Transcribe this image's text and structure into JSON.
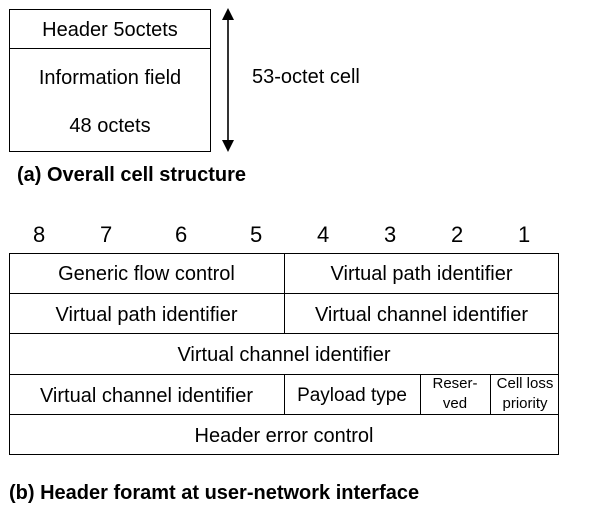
{
  "part_a": {
    "header_label": "Header 5octets",
    "info_label": "Information field",
    "info_size": "48 octets",
    "cell_label": "53-octet cell",
    "caption": "(a) Overall cell structure"
  },
  "part_b": {
    "bit_numbers": [
      "8",
      "7",
      "6",
      "5",
      "4",
      "3",
      "2",
      "1"
    ],
    "row1": {
      "left": "Generic flow control",
      "right": "Virtual path identifier"
    },
    "row2": {
      "left": "Virtual path identifier",
      "right": "Virtual channel identifier"
    },
    "row3": {
      "full": "Virtual channel identifier"
    },
    "row4": {
      "vci": "Virtual channel identifier",
      "payload": "Payload type",
      "reserved_line1": "Reser-",
      "reserved_line2": "ved",
      "clp_line1": "Cell loss",
      "clp_line2": "priority"
    },
    "row5": {
      "full": "Header error control"
    },
    "caption": "(b) Header foramt at user-network interface"
  }
}
